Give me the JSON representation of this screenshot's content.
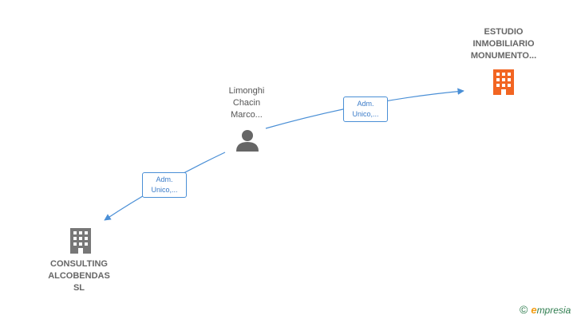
{
  "nodes": {
    "company_top": {
      "label": "ESTUDIO\nINMOBILIARIO\nMONUMENTO...",
      "icon": "building-icon",
      "color": "#f26522"
    },
    "person": {
      "label": "Limonghi\nChacin\nMarco...",
      "icon": "person-icon",
      "color": "#666666"
    },
    "company_bottom": {
      "label": "CONSULTING\nALCOBENDAS\nSL",
      "icon": "building-icon",
      "color": "#777777"
    }
  },
  "edges": [
    {
      "from": "person",
      "to": "company_top",
      "label": "Adm.\nUnico,..."
    },
    {
      "from": "person",
      "to": "company_bottom",
      "label": "Adm.\nUnico,..."
    }
  ],
  "colors": {
    "edge": "#4a8fd6"
  },
  "brand": {
    "copyright": "©",
    "initial": "e",
    "rest": "mpresia"
  }
}
